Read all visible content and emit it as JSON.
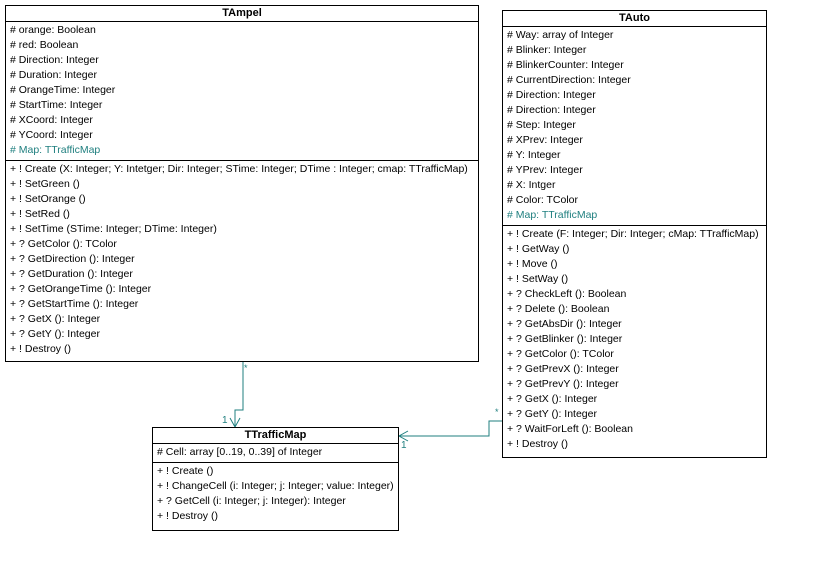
{
  "classes": {
    "tampel": {
      "name": "TAmpel",
      "attributes": [
        "# orange: Boolean",
        "# red: Boolean",
        "# Direction: Integer",
        "# Duration: Integer",
        "# OrangeTime: Integer",
        "# StartTime: Integer",
        "# XCoord: Integer",
        "# YCoord: Integer",
        "# Map: TTrafficMap"
      ],
      "methods": [
        "+ ! Create (X: Integer; Y: Intetger; Dir: Integer; STime: Integer; DTime : Integer; cmap: TTrafficMap)",
        "+ ! SetGreen ()",
        "+ ! SetOrange ()",
        "+ ! SetRed ()",
        "+ ! SetTime (STime: Integer; DTime: Integer)",
        "+ ? GetColor (): TColor",
        "+ ? GetDirection (): Integer",
        "+ ? GetDuration (): Integer",
        "+ ? GetOrangeTime (): Integer",
        "+ ? GetStartTime (): Integer",
        "+ ? GetX (): Integer",
        "+ ? GetY (): Integer",
        "+ ! Destroy ()"
      ]
    },
    "tauto": {
      "name": "TAuto",
      "attributes": [
        "# Way: array of Integer",
        "# Blinker: Integer",
        "# BlinkerCounter: Integer",
        "# CurrentDirection: Integer",
        "# Direction: Integer",
        "# Direction: Integer",
        "# Step: Integer",
        "# XPrev: Integer",
        "# Y: Integer",
        "# YPrev: Integer",
        "# X: Intger",
        "# Color: TColor",
        "# Map: TTrafficMap"
      ],
      "methods": [
        "+ ! Create (F: Integer; Dir: Integer; cMap: TTrafficMap)",
        "+ ! GetWay ()",
        "+ ! Move ()",
        "+ ! SetWay ()",
        "+ ? CheckLeft (): Boolean",
        "+ ? Delete (): Boolean",
        "+ ? GetAbsDir (): Integer",
        "+ ? GetBlinker (): Integer",
        "+ ? GetColor (): TColor",
        "+ ? GetPrevX (): Integer",
        "+ ? GetPrevY (): Integer",
        "+ ? GetX (): Integer",
        "+ ? GetY (): Integer",
        "+ ? WaitForLeft (): Boolean",
        "+ ! Destroy ()"
      ]
    },
    "ttrafficmap": {
      "name": "TTrafficMap",
      "attributes": [
        "# Cell: array [0..19, 0..39] of Integer"
      ],
      "methods": [
        "+ ! Create ()",
        "+ ! ChangeCell (i: Integer; j: Integer; value: Integer)",
        "+ ? GetCell (i: Integer; j: Integer): Integer",
        "+ ! Destroy ()"
      ]
    }
  },
  "associations": {
    "ampel_map": {
      "source_mult": "*",
      "target_mult": "1"
    },
    "auto_map": {
      "source_mult": "*",
      "target_mult": "1"
    }
  },
  "colors": {
    "association": "#1f7f7f",
    "border": "#000000"
  }
}
